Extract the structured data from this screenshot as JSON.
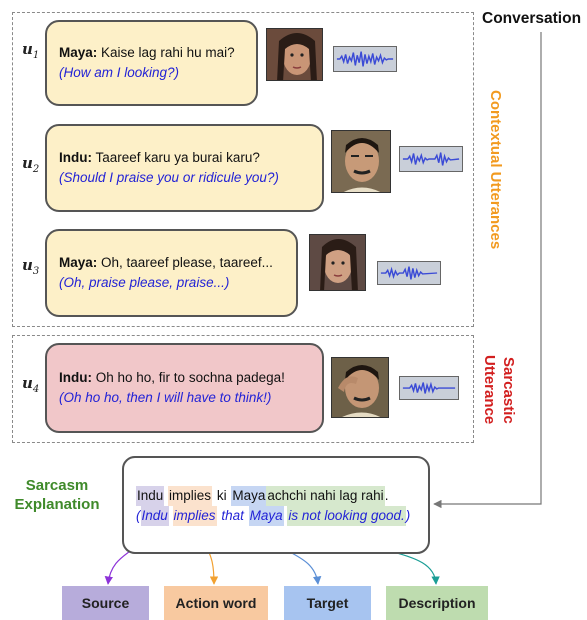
{
  "header": {
    "conversation_label": "Conversation"
  },
  "side_labels": {
    "contextual": "Contextual Utterances",
    "sarcastic_line1": "Sarcastic",
    "sarcastic_line2": "Utterance"
  },
  "utterances": [
    {
      "label": "u",
      "index": "1",
      "speaker": "Maya:",
      "text": "Kaise lag rahi hu mai?",
      "translation": "(How am I looking?)",
      "face": "maya"
    },
    {
      "label": "u",
      "index": "2",
      "speaker": "Indu:",
      "text": "Taareef karu ya burai karu?",
      "translation": "(Should I praise you or ridicule you?)",
      "face": "indu"
    },
    {
      "label": "u",
      "index": "3",
      "speaker": "Maya:",
      "text": "Oh, taareef please, taareef...",
      "translation": "(Oh, praise please, praise...)",
      "face": "maya"
    },
    {
      "label": "u",
      "index": "4",
      "speaker": "Indu:",
      "text": "Oh ho ho, fir to sochna padega!",
      "translation": "(Oh ho ho, then I will have to think!)",
      "face": "indu"
    }
  ],
  "explanation": {
    "label_line1": "Sarcasm",
    "label_line2": "Explanation",
    "hindi": {
      "source": "Indu",
      "action": "implies",
      "w1": "ki",
      "target": "Maya",
      "description": "achchi nahi lag rahi",
      "end": "."
    },
    "english": {
      "open": "(",
      "source": "Indu",
      "action": "implies",
      "w1": "that",
      "target": "Maya",
      "description": "is not looking good.",
      "close": ")"
    }
  },
  "tags": {
    "source": "Source",
    "action": "Action word",
    "target": "Target",
    "description": "Description"
  },
  "colors": {
    "context_bubble": "#fdf0c8",
    "sarcastic_bubble": "#f1c7c9",
    "source": "#b7acdb",
    "action": "#f8c9a0",
    "target": "#a7c4f0",
    "description": "#bedcaf",
    "contextual_label": "#f29a1f",
    "sarcastic_label": "#d21f1f",
    "explanation_label": "#3f8a2a",
    "translation_text": "#2323d6"
  }
}
